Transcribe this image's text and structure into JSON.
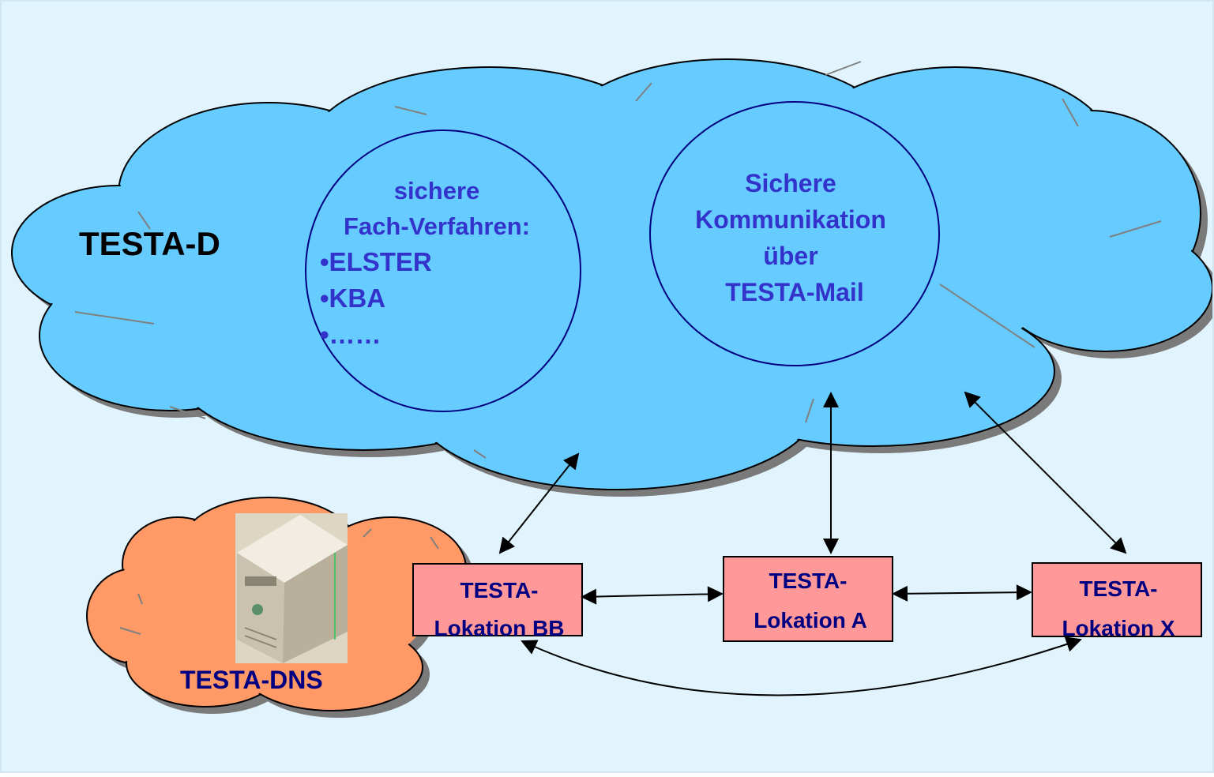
{
  "colors": {
    "background": "#e1f3fd",
    "main_cloud_fill": "#66ccff",
    "dns_cloud_fill": "#ff9966",
    "box_fill": "#ff9999",
    "circle_text": "#3333cc",
    "box_text": "#000080",
    "outline": "#000000"
  },
  "main_cloud": {
    "label": "TESTA-D"
  },
  "circle_services": {
    "lines": [
      "sichere",
      "Fach-Verfahren:",
      "•ELSTER",
      "•KBA",
      "•……"
    ]
  },
  "circle_mail": {
    "lines": [
      "Sichere",
      "Kommunikation",
      "über",
      "TESTA-Mail"
    ]
  },
  "dns_cloud": {
    "label": "TESTA-DNS",
    "icon": "server-tower-icon"
  },
  "locations": {
    "bb": {
      "line1": "TESTA-",
      "line2": "Lokation BB"
    },
    "a": {
      "line1": "TESTA-",
      "line2": "Lokation A"
    },
    "x": {
      "line1": "TESTA-",
      "line2": "Lokation X"
    }
  }
}
